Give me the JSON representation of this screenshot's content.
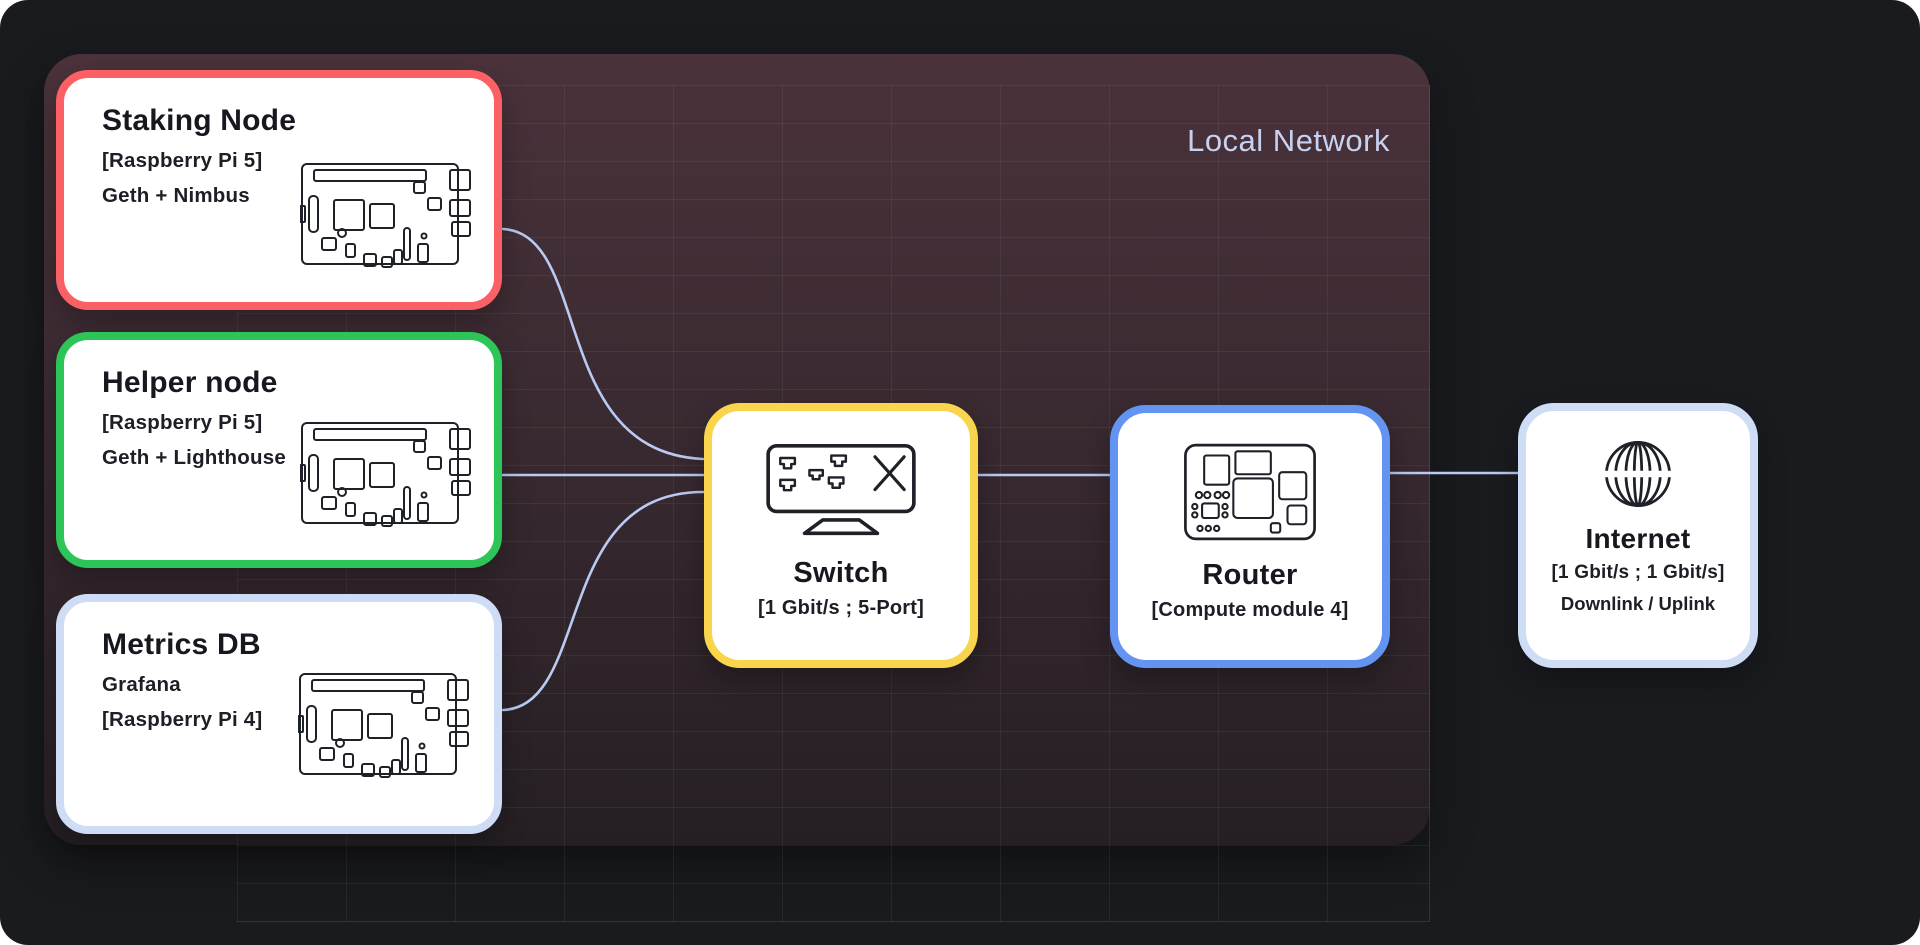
{
  "frame": {
    "label": "Local Network"
  },
  "colors": {
    "page": "#ffffff",
    "canvas_bg": "#1a1b1f",
    "frame_top": "#4b323b",
    "frame_bottom": "#251f24",
    "grid_line": "rgba(255,255,255,0.055)",
    "connector": "#b9cbf2",
    "frame_label": "#c7d1f1",
    "ink": "#16171f",
    "card_bg": "#ffffff"
  },
  "nodes": {
    "staking": {
      "title": "Staking Node",
      "line1": "[Raspberry Pi 5]",
      "line2": "Geth + Nimbus",
      "accent": "#fb6164",
      "icon": "raspberry-pi-board-icon"
    },
    "helper": {
      "title": "Helper node",
      "line1": "[Raspberry Pi 5]",
      "line2": "Geth + Lighthouse",
      "accent": "#2ec558",
      "icon": "raspberry-pi-board-icon"
    },
    "metrics": {
      "title": "Metrics DB",
      "line1": "Grafana",
      "line2": "[Raspberry Pi 4]",
      "accent": "#cfdcf5",
      "icon": "raspberry-pi-board-icon"
    },
    "switch": {
      "title": "Switch",
      "subtitle": "[1 Gbit/s ; 5-Port]",
      "accent": "#f8d54d",
      "icon": "network-switch-icon"
    },
    "router": {
      "title": "Router",
      "subtitle": "[Compute module 4]",
      "accent": "#6394f1",
      "icon": "compute-module-board-icon"
    },
    "internet": {
      "title": "Internet",
      "subtitle": "[1 Gbit/s ; 1 Gbit/s]",
      "subtitle2": "Downlink / Uplink",
      "accent": "#cfdcf5",
      "icon": "globe-icon"
    }
  }
}
